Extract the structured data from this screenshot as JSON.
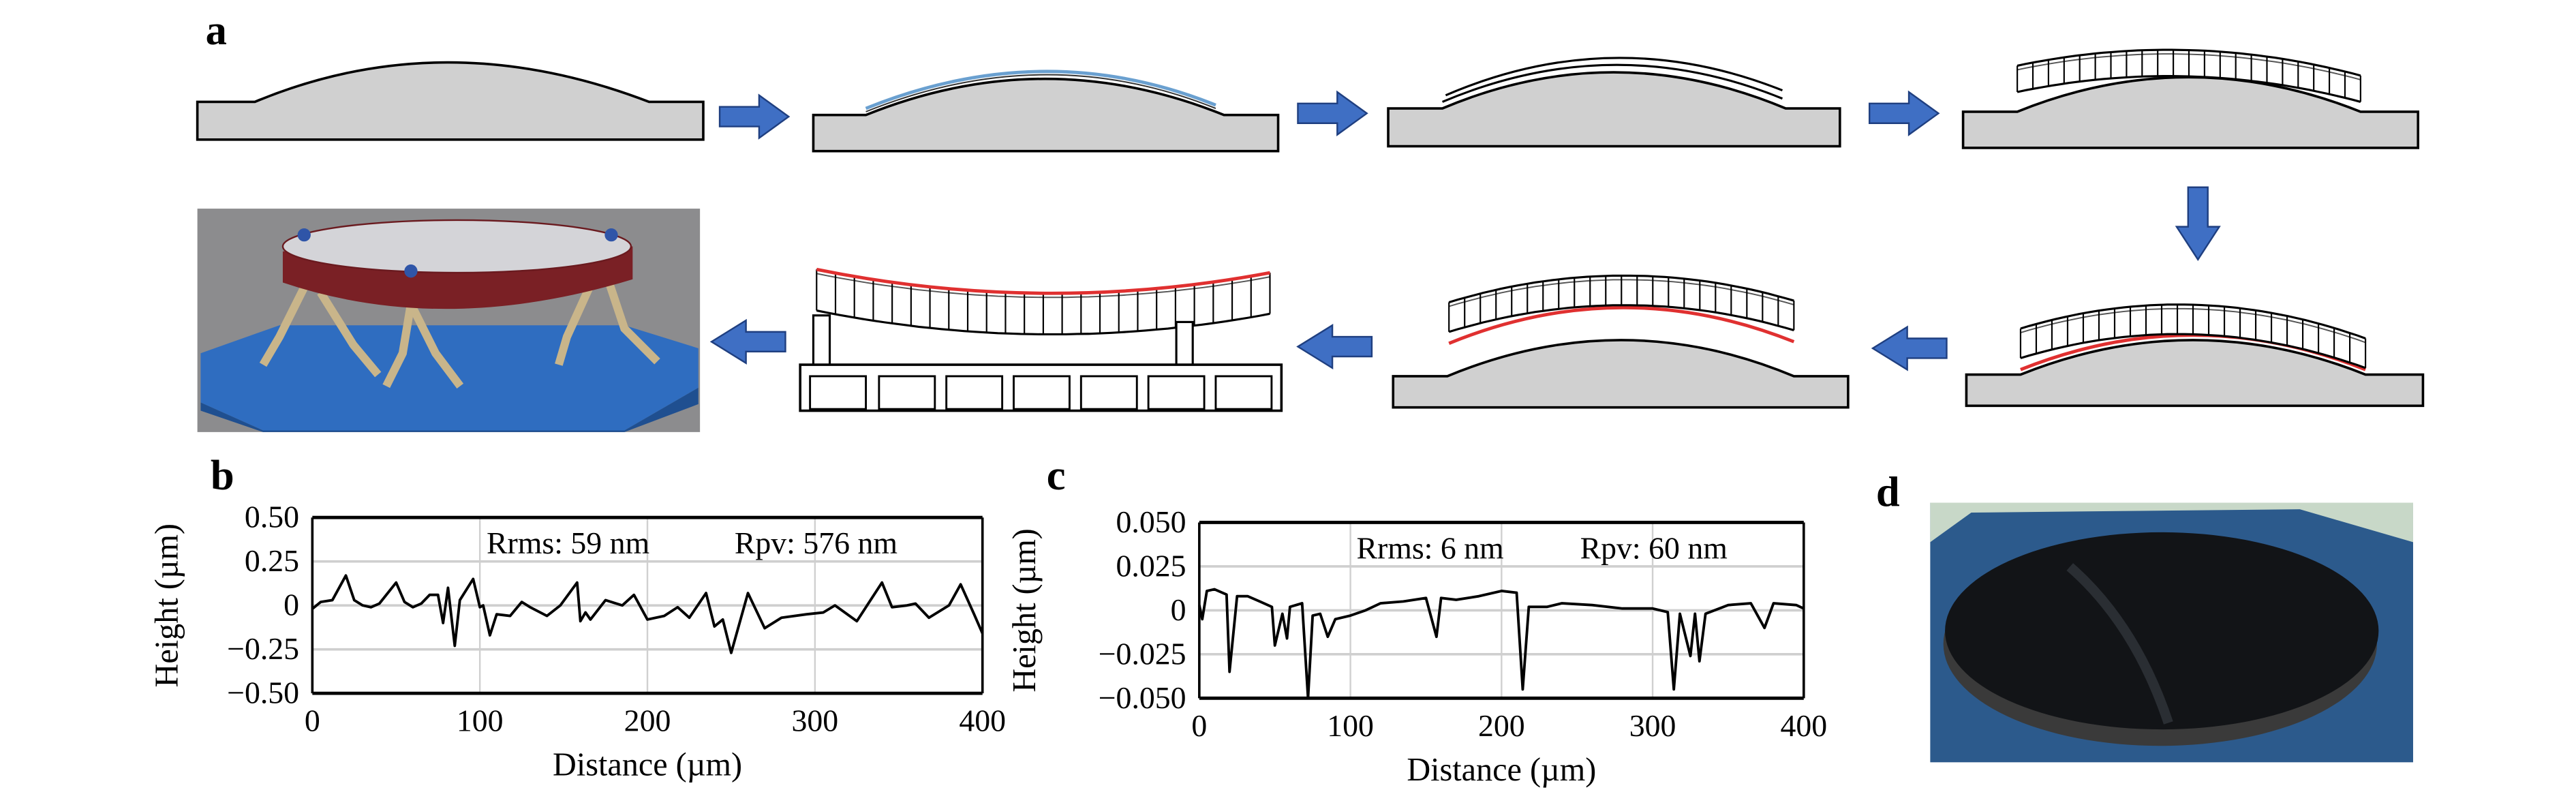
{
  "panels": {
    "a": "a",
    "b": "b",
    "c": "c",
    "d": "d"
  },
  "colors": {
    "substrate": "#d0d0d0",
    "arrow": "#3f6fc4",
    "arrow_edge": "#1f3f80",
    "film_blue": "#6aa0d0",
    "layer_red": "#e03030",
    "line": "#000000",
    "grid": "#d0d0d0"
  },
  "chart_data": [
    {
      "type": "line",
      "panel": "b",
      "xlabel": "Distance (µm)",
      "ylabel": "Height (µm)",
      "xlim": [
        0,
        400
      ],
      "ylim": [
        -0.5,
        0.5
      ],
      "xticks": [
        "0",
        "100",
        "200",
        "300",
        "400"
      ],
      "yticks": [
        "0.50",
        "0.25",
        "0",
        "−0.25",
        "−0.50"
      ],
      "ytick_values": [
        0.5,
        0.25,
        0,
        -0.25,
        -0.5
      ],
      "xtick_values": [
        0,
        100,
        200,
        300,
        400
      ],
      "grid": true,
      "annotation_rms": "Rrms: 59 nm",
      "annotation_pv": "Rpv: 576 nm",
      "x": [
        0,
        5,
        12,
        20,
        25,
        30,
        35,
        40,
        50,
        55,
        60,
        65,
        70,
        75,
        78,
        81,
        85,
        88,
        96,
        100,
        102,
        106,
        110,
        118,
        125,
        130,
        140,
        148,
        158,
        160,
        163,
        166,
        175,
        185,
        192,
        200,
        210,
        218,
        225,
        235,
        240,
        245,
        250,
        260,
        270,
        280,
        295,
        305,
        312,
        325,
        340,
        346,
        355,
        360,
        368,
        380,
        387,
        395,
        400
      ],
      "y": [
        -0.02,
        0.02,
        0.03,
        0.17,
        0.03,
        0,
        -0.01,
        0.01,
        0.13,
        0.02,
        -0.01,
        0.01,
        0.06,
        0.06,
        -0.1,
        0.1,
        -0.23,
        0.03,
        0.15,
        -0.01,
        0,
        -0.17,
        -0.05,
        -0.06,
        0.02,
        -0.01,
        -0.06,
        0,
        0.13,
        -0.09,
        -0.04,
        -0.08,
        0.03,
        0,
        0.06,
        -0.08,
        -0.06,
        -0.01,
        -0.07,
        0.07,
        -0.12,
        -0.08,
        -0.27,
        0.07,
        -0.13,
        -0.07,
        -0.05,
        -0.04,
        0,
        -0.09,
        0.13,
        -0.01,
        0,
        0.01,
        -0.07,
        0,
        0.12,
        -0.05,
        -0.16
      ]
    },
    {
      "type": "line",
      "panel": "c",
      "xlabel": "Distance (µm)",
      "ylabel": "Height (µm)",
      "xlim": [
        0,
        400
      ],
      "ylim": [
        -0.05,
        0.05
      ],
      "xticks": [
        "0",
        "100",
        "200",
        "300",
        "400"
      ],
      "yticks": [
        "0.050",
        "0.025",
        "0",
        "−0.025",
        "−0.050"
      ],
      "ytick_values": [
        0.05,
        0.025,
        0,
        -0.025,
        -0.05
      ],
      "xtick_values": [
        0,
        100,
        200,
        300,
        400
      ],
      "grid": true,
      "annotation_rms": "Rrms: 6 nm",
      "annotation_pv": "Rpv: 60 nm",
      "x": [
        0,
        2,
        5,
        10,
        18,
        20,
        25,
        32,
        40,
        48,
        50,
        55,
        58,
        60,
        68,
        72,
        75,
        80,
        85,
        90,
        100,
        110,
        120,
        135,
        150,
        157,
        160,
        170,
        185,
        200,
        210,
        214,
        218,
        230,
        240,
        260,
        280,
        300,
        310,
        314,
        318,
        325,
        328,
        331,
        335,
        350,
        365,
        374,
        380,
        395,
        400
      ],
      "y": [
        0.003,
        -0.005,
        0.011,
        0.012,
        0.009,
        -0.035,
        0.008,
        0.008,
        0.005,
        0.002,
        -0.02,
        -0.002,
        -0.016,
        0.002,
        0.004,
        -0.05,
        -0.003,
        -0.002,
        -0.015,
        -0.005,
        -0.003,
        0,
        0.004,
        0.005,
        0.007,
        -0.015,
        0.007,
        0.006,
        0.008,
        0.011,
        0.01,
        -0.045,
        0.002,
        0.002,
        0.004,
        0.003,
        0.001,
        0.001,
        -0.001,
        -0.045,
        -0.002,
        -0.026,
        -0.002,
        -0.029,
        -0.002,
        0.003,
        0.004,
        -0.01,
        0.004,
        0.003,
        0.001
      ]
    }
  ]
}
